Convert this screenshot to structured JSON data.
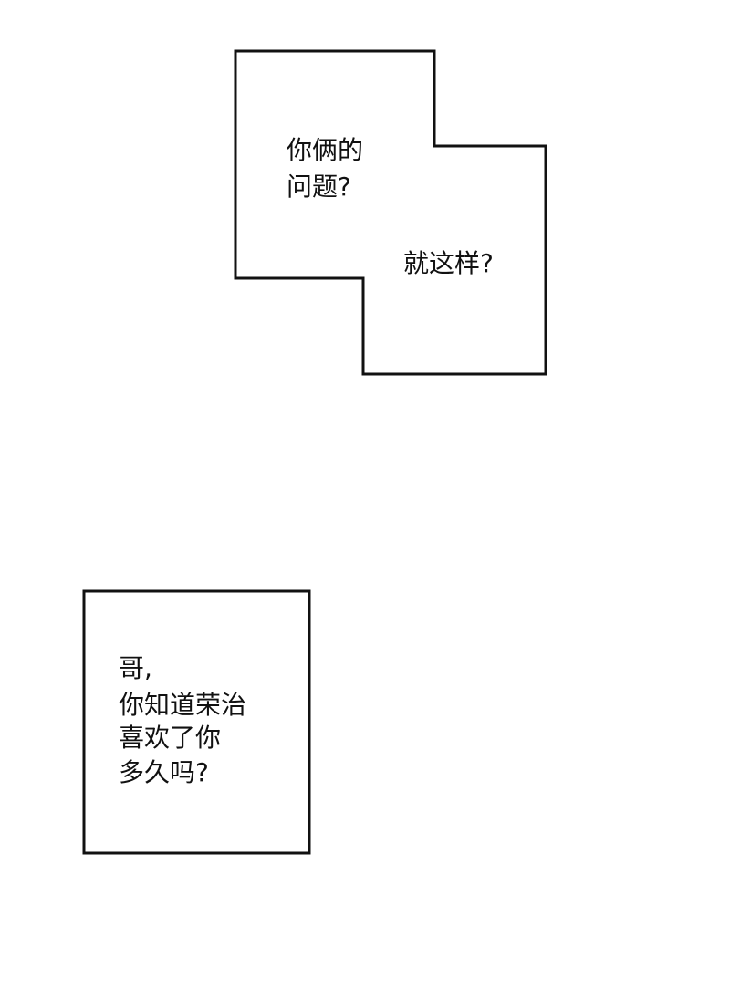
{
  "top_panel": {
    "line_1": "你俩的",
    "line_2": "问题?",
    "line_3": "就这样?"
  },
  "bottom_panel": {
    "line_1": "哥,",
    "line_2": "你知道荣治",
    "line_3": "喜欢了你",
    "line_4": "多久吗?"
  },
  "colors": {
    "background": "#ffffff",
    "border": "#111111",
    "text": "#111111"
  }
}
